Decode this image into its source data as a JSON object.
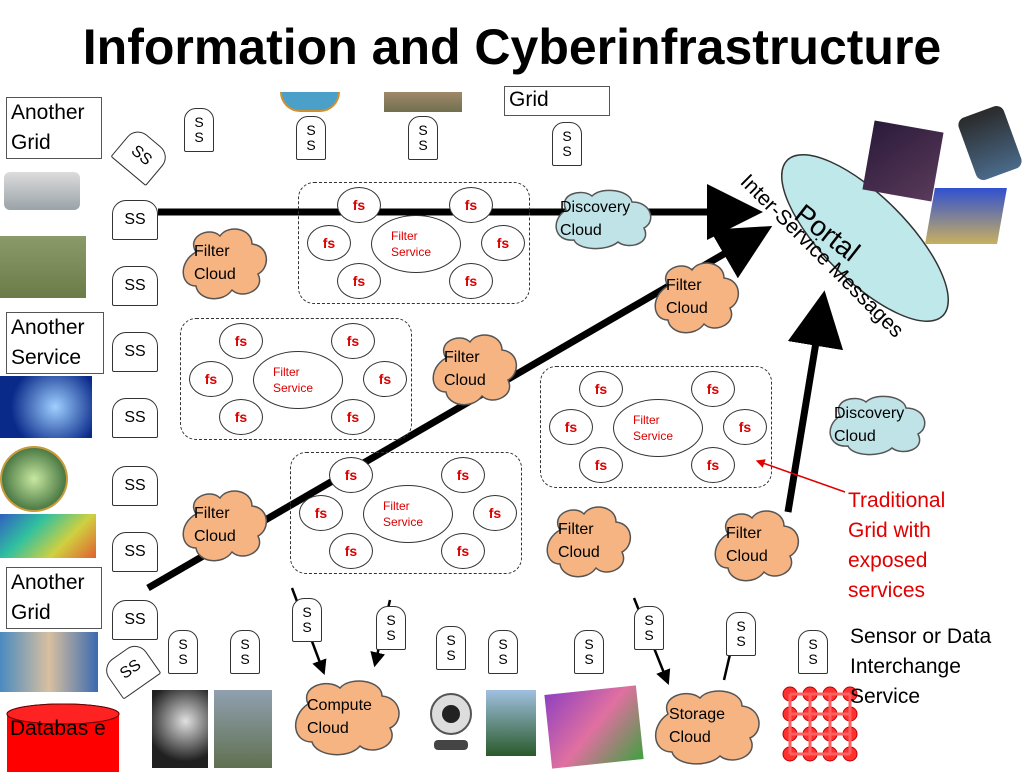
{
  "title": "Information and Cyberinfrastructure",
  "left_labels": {
    "another_grid_top": "Another Grid",
    "another_service": "Another Service",
    "another_grid_bottom": "Another Grid",
    "database": "Databas e"
  },
  "top_partial_label": "Grid",
  "ss_label": "SS",
  "ss_vertical_label": "S\nS",
  "portal": "Portal",
  "inter_service_messages": "Inter-Service Messages",
  "filter_cloud": "Filter Cloud",
  "discovery_cloud": "Discovery Cloud",
  "compute_cloud": "Compute Cloud",
  "storage_cloud": "Storage Cloud",
  "fs_label": "fs",
  "filter_service": "Filter Service",
  "traditional_grid": "Traditional Grid with exposed services",
  "sensor_service": "Sensor or Data Interchange Service",
  "colors": {
    "cloud_fill": "#f6b482",
    "discovery_fill": "#bfe3e6",
    "portal_fill": "#bfe8ea",
    "fs_text": "#dd0000",
    "annotation": "#e00000"
  }
}
